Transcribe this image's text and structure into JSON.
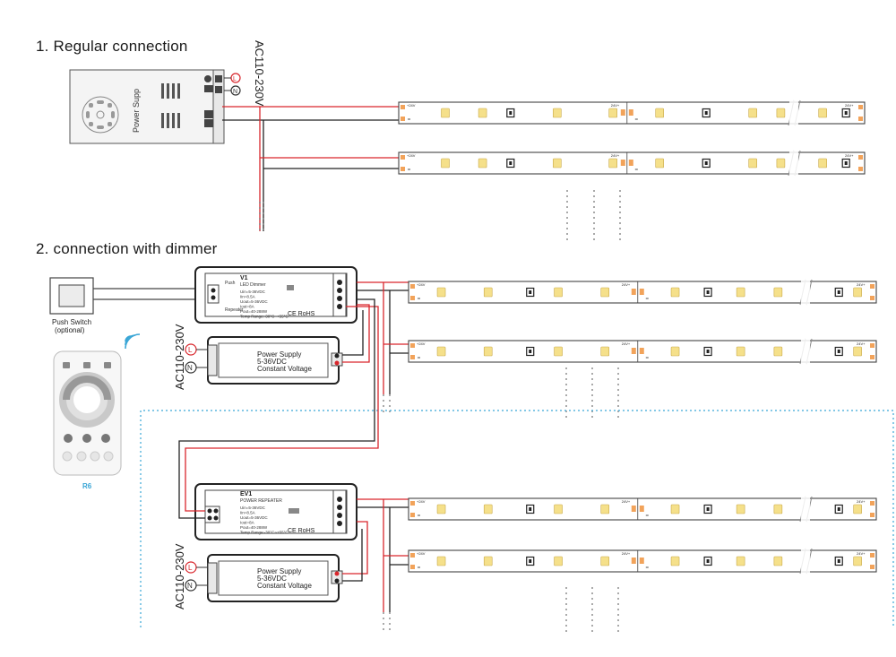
{
  "section1": {
    "title": "1. Regular connection",
    "mains_label": "AC110-230V",
    "psu_text": "Power Supp"
  },
  "section2": {
    "title": "2. connection with dimmer",
    "push_switch": {
      "line1": "Push Switch",
      "line2": "(optional)"
    },
    "remote_label": "R6",
    "mains_label": "AC110-230V",
    "dimmer": {
      "model": "V1",
      "name": "LED Dimmer",
      "specs": [
        "Uin=5-36VDC",
        "Iin=8.5A",
        "Uout=5-36VDC",
        "Iout=8A",
        "Pout=40-288W",
        "Temp Range:-30°C~+55°C"
      ],
      "term_push": "Push",
      "term_repeater": "Repeater",
      "marks": "CE  RoHS"
    },
    "repeater": {
      "model": "EV1",
      "name": "POWER REPEATER",
      "specs": [
        "Uin=5-36VDC",
        "Iin=8.5A",
        "Uout=5-36VDC",
        "Iout=8A",
        "Pout=40-288W",
        "Temp Range:-30°C~+55°C"
      ],
      "marks": "CE  RoHS"
    },
    "psu": {
      "line1": "Power Supply",
      "line2": "5-36VDC",
      "line3": "Constant Voltage"
    }
  },
  "strip": {
    "plus_label": "+24V",
    "mid_label": "24V+",
    "end_label": "24V+"
  },
  "colors": {
    "wire_red": "#d9262c",
    "wire_black": "#222222",
    "led_yellow": "#f5e08a",
    "pad_orange": "#f2a35a",
    "dotted_blue": "#3aa6d6"
  },
  "symbols": {
    "live": "L",
    "neutral": "N"
  }
}
